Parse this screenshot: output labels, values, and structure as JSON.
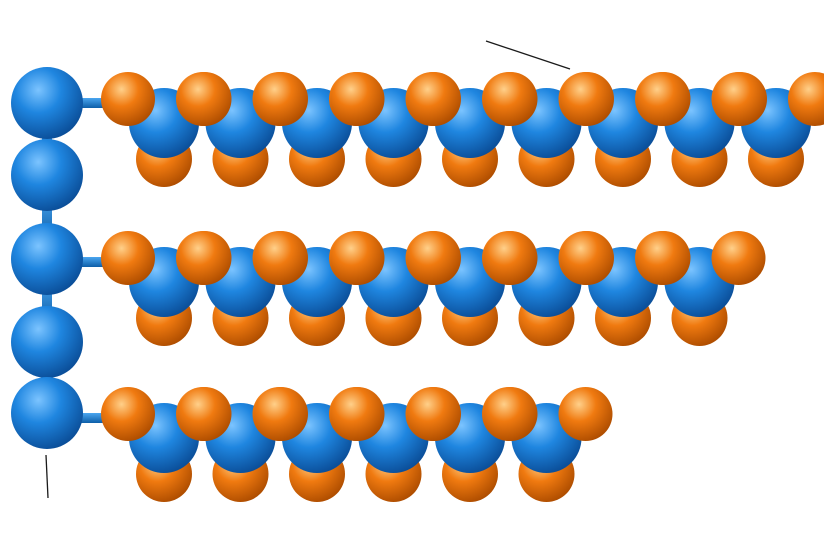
{
  "colors": {
    "backbone": "#1f86e0",
    "backbone_light": "#7cc4ff",
    "backbone_dark": "#0b4f9a",
    "side": "#f07a10",
    "side_light": "#ffd08a",
    "side_dark": "#b04e00",
    "line": "#1a1a1a",
    "background": "#ffffff"
  },
  "model": {
    "backbone_beads": 5,
    "chains": [
      {
        "name": "chain-1",
        "repeat_units": 9
      },
      {
        "name": "chain-2",
        "repeat_units": 8
      },
      {
        "name": "chain-3",
        "repeat_units": 6
      }
    ]
  }
}
